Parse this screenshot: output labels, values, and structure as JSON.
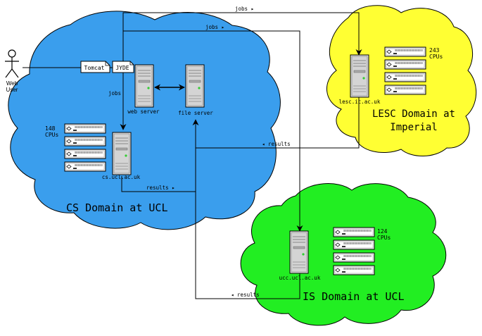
{
  "colors": {
    "cs_cloud": "#3a9eed",
    "lesc_cloud": "#ffff33",
    "is_cloud": "#22ee22",
    "line": "#000000",
    "server_fill": "#e4e4e4",
    "server_dark": "#9a9a9a",
    "led": "#33cc33"
  },
  "actor": {
    "label_line1": "Web",
    "label_line2": "User"
  },
  "docs": {
    "tomcat": "Tomcat",
    "jyde": "JYDE"
  },
  "servers": {
    "web": "web server",
    "file": "file server",
    "cs": "cs.ucl.ac.uk",
    "lesc": "lesc.ic.ac.uk",
    "ucc": "ucc.ucl.ac.uk"
  },
  "cpus": {
    "cs": {
      "count": "148",
      "unit": "CPUs"
    },
    "lesc": {
      "count": "243",
      "unit": "CPUs"
    },
    "is": {
      "count": "124",
      "unit": "CPUs"
    }
  },
  "domains": {
    "cs": "CS Domain at UCL",
    "lesc_line1": "LESC Domain at",
    "lesc_line2": "Imperial",
    "is": "IS Domain at UCL"
  },
  "flows": {
    "jobs_top": "jobs ▸",
    "jobs_mid": "jobs ▸",
    "jobs_left": "jobs",
    "results_lesc": "◂ results",
    "results_cs": "results ▸",
    "results_is": "◂ results"
  }
}
